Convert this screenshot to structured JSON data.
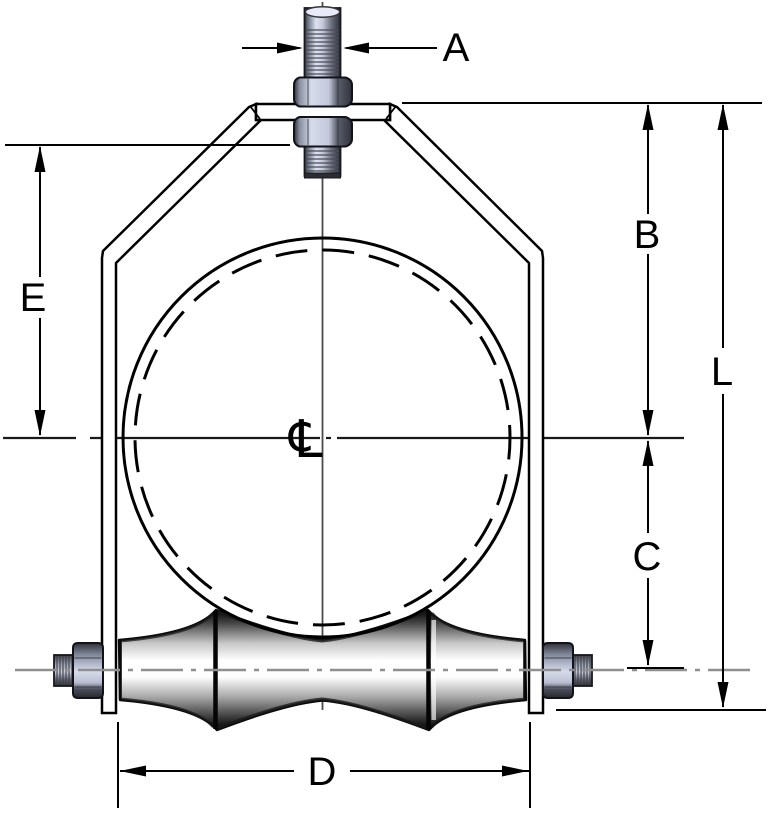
{
  "drawing": {
    "dimension_labels": {
      "a": "A",
      "b": "B",
      "c": "C",
      "d": "D",
      "e": "E",
      "l": "L"
    },
    "centerline_symbol": "℄",
    "colors": {
      "line": "#000000",
      "centerline_gray": "#8f8f8f",
      "metal_light": "#d3d8ea",
      "metal_mid": "#8a8fa1",
      "metal_dark": "#3a3d47",
      "strap_fill": "#ffffff"
    }
  }
}
